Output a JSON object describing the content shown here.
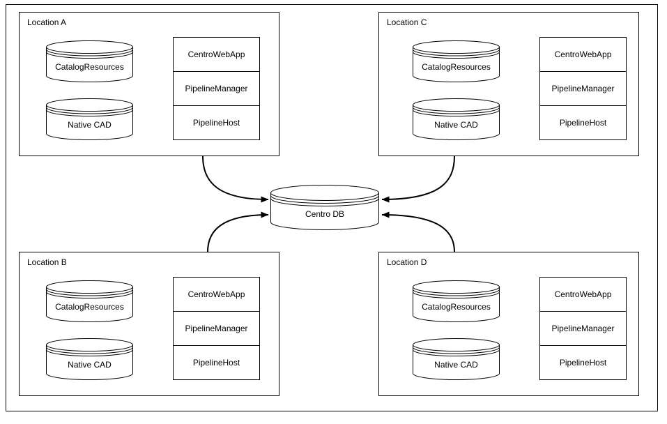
{
  "diagram": {
    "background": "#ffffff",
    "stroke_color": "#000000",
    "locations": [
      {
        "label": "Location A",
        "datastores": [
          "CatalogResources",
          "Native CAD"
        ],
        "services": [
          "CentroWebApp",
          "PipelineManager",
          "PipelineHost"
        ]
      },
      {
        "label": "Location B",
        "datastores": [
          "CatalogResources",
          "Native CAD"
        ],
        "services": [
          "CentroWebApp",
          "PipelineManager",
          "PipelineHost"
        ]
      },
      {
        "label": "Location C",
        "datastores": [
          "CatalogResources",
          "Native CAD"
        ],
        "services": [
          "CentroWebApp",
          "PipelineManager",
          "PipelineHost"
        ]
      },
      {
        "label": "Location D",
        "datastores": [
          "CatalogResources",
          "Native CAD"
        ],
        "services": [
          "CentroWebApp",
          "PipelineManager",
          "PipelineHost"
        ]
      }
    ],
    "central_database": {
      "label": "Centro DB"
    },
    "connections": [
      {
        "from": "Location A",
        "to": "Centro DB"
      },
      {
        "from": "Location B",
        "to": "Centro DB"
      },
      {
        "from": "Location C",
        "to": "Centro DB"
      },
      {
        "from": "Location D",
        "to": "Centro DB"
      }
    ]
  }
}
